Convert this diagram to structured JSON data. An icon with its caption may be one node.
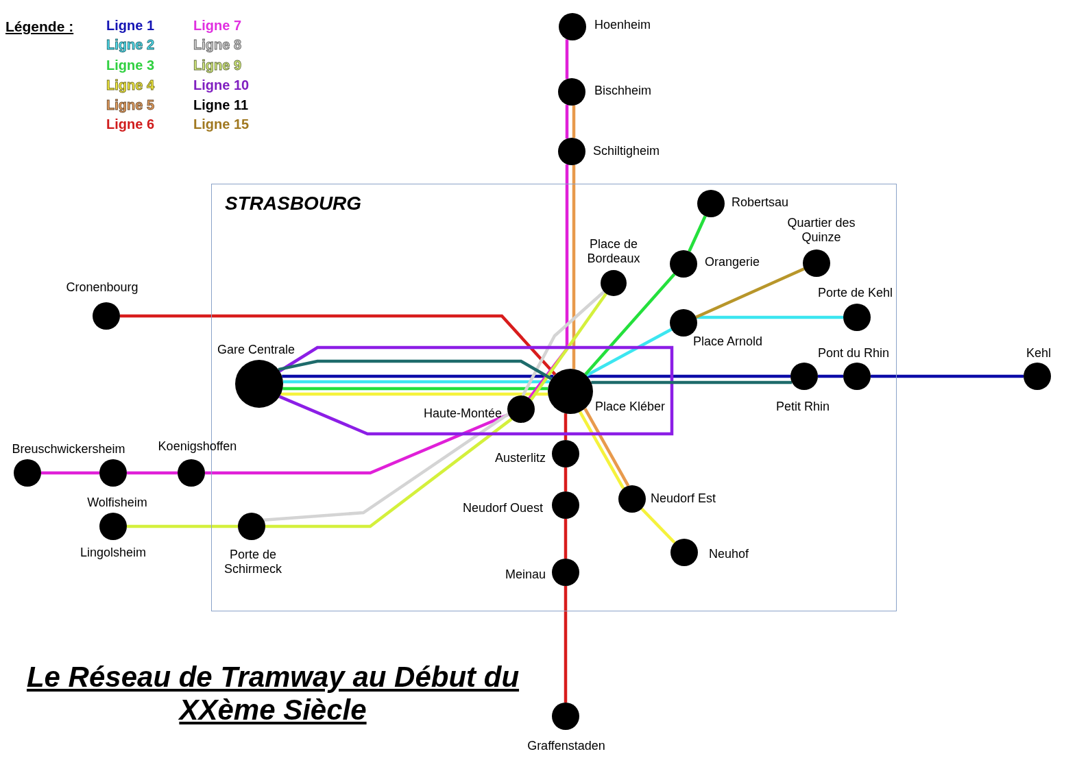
{
  "diagram": {
    "title": "Le Réseau de Tramway au Début du XXème Siècle",
    "nodes": [
      {
        "text": [],
        "shape": "circle",
        "beside": [
          "Hoenheim"
        ]
      },
      {
        "text": [],
        "shape": "circle",
        "beside": [
          "Bischheim"
        ]
      },
      {
        "text": [],
        "shape": "circle",
        "beside": [
          "Schiltigheim"
        ]
      },
      {
        "text": [
          "STRASBOURG"
        ]
      },
      {
        "text": [],
        "shape": "circle",
        "beside": [
          "Robertsau"
        ],
        "in": 3
      },
      {
        "text": [],
        "shape": "circle",
        "beside": [
          "Quartier des Quinze"
        ],
        "in": 3
      },
      {
        "text": [],
        "shape": "circle",
        "beside": [
          "Place de Bordeaux"
        ],
        "in": 3
      },
      {
        "text": [],
        "shape": "circle",
        "beside": [
          "Orangerie"
        ],
        "in": 3
      },
      {
        "text": [],
        "shape": "circle",
        "beside": [
          "Porte de Kehl"
        ],
        "in": 3
      },
      {
        "text": [],
        "shape": "circle",
        "beside": [
          "Cronenbourg"
        ]
      },
      {
        "text": [],
        "shape": "circle",
        "beside": [
          "Place Arnold"
        ],
        "in": 3
      },
      {
        "text": [],
        "shape": "circle",
        "beside": [
          "Gare Centrale"
        ],
        "in": 3
      },
      {
        "text": [],
        "shape": "circle",
        "beside": [
          "Pont du Rhin"
        ],
        "in": 3
      },
      {
        "text": [],
        "shape": "circle",
        "beside": [
          "Kehl"
        ]
      },
      {
        "text": [],
        "shape": "circle",
        "beside": [
          "Place Kléber"
        ],
        "in": 3
      },
      {
        "text": [],
        "shape": "circle",
        "beside": [
          "Haute-Montée"
        ],
        "in": 3
      },
      {
        "text": [],
        "shape": "circle",
        "beside": [
          "Petit Rhin"
        ],
        "in": 3
      },
      {
        "text": [],
        "shape": "circle",
        "beside": [
          "Breuschwickersheim"
        ]
      },
      {
        "text": [],
        "shape": "circle",
        "beside": [
          "Wolfisheim"
        ]
      },
      {
        "text": [],
        "shape": "circle",
        "beside": [
          "Koenigshoffen"
        ]
      },
      {
        "text": [],
        "shape": "circle",
        "beside": [
          "Austerlitz"
        ],
        "in": 3
      },
      {
        "text": [],
        "shape": "circle",
        "beside": [
          "Neudorf Est"
        ],
        "in": 3
      },
      {
        "text": [],
        "shape": "circle",
        "beside": [
          "Neudorf Ouest"
        ],
        "in": 3
      },
      {
        "text": [],
        "shape": "circle",
        "beside": [
          "Lingolsheim"
        ]
      },
      {
        "text": [],
        "shape": "circle",
        "beside": [
          "Porte de Schirmeck"
        ],
        "in": 3
      },
      {
        "text": [],
        "shape": "circle",
        "beside": [
          "Neuhof"
        ],
        "in": 3
      },
      {
        "text": [],
        "shape": "circle",
        "beside": [
          "Meinau"
        ],
        "in": 3
      },
      {
        "text": [],
        "shape": "circle",
        "beside": [
          "Graffenstaden"
        ]
      }
    ],
    "edges": [
      {
        "from": 11,
        "to": 14,
        "arrow": "none",
        "color": "#0c0ca8"
      },
      {
        "from": 14,
        "to": 16,
        "arrow": "none",
        "color": "#0c0ca8"
      },
      {
        "from": 16,
        "to": 12,
        "arrow": "none",
        "color": "#0c0ca8"
      },
      {
        "from": 12,
        "to": 13,
        "arrow": "none",
        "color": "#0c0ca8"
      },
      {
        "from": 11,
        "to": 14,
        "arrow": "none",
        "color": "#3ce6f0"
      },
      {
        "from": 14,
        "to": 10,
        "arrow": "none",
        "color": "#3ce6f0"
      },
      {
        "from": 10,
        "to": 8,
        "arrow": "none",
        "color": "#3ce6f0"
      },
      {
        "from": 11,
        "to": 14,
        "arrow": "none",
        "color": "#24e03c"
      },
      {
        "from": 14,
        "to": 7,
        "arrow": "none",
        "color": "#24e03c"
      },
      {
        "from": 7,
        "to": 4,
        "arrow": "none",
        "color": "#24e03c"
      },
      {
        "from": 11,
        "to": 14,
        "arrow": "none",
        "color": "#f5f23c"
      },
      {
        "from": 14,
        "to": 21,
        "arrow": "none",
        "color": "#f5f23c"
      },
      {
        "from": 21,
        "to": 25,
        "arrow": "none",
        "color": "#f5f23c"
      },
      {
        "from": 1,
        "to": 2,
        "arrow": "none",
        "color": "#e89a4c"
      },
      {
        "from": 2,
        "to": 14,
        "arrow": "none",
        "color": "#e89a4c"
      },
      {
        "from": 14,
        "to": 21,
        "arrow": "none",
        "color": "#e89a4c"
      },
      {
        "from": 9,
        "to": 14,
        "arrow": "none",
        "color": "#d81c1c"
      },
      {
        "from": 14,
        "to": 20,
        "arrow": "none",
        "color": "#d81c1c"
      },
      {
        "from": 20,
        "to": 22,
        "arrow": "none",
        "color": "#d81c1c"
      },
      {
        "from": 22,
        "to": 26,
        "arrow": "none",
        "color": "#d81c1c"
      },
      {
        "from": 26,
        "to": 27,
        "arrow": "none",
        "color": "#d81c1c"
      },
      {
        "from": 0,
        "to": 1,
        "arrow": "none",
        "color": "#e020d8"
      },
      {
        "from": 1,
        "to": 2,
        "arrow": "none",
        "color": "#e020d8"
      },
      {
        "from": 2,
        "to": 15,
        "arrow": "none",
        "color": "#e020d8"
      },
      {
        "from": 15,
        "to": 19,
        "arrow": "none",
        "color": "#e020d8"
      },
      {
        "from": 19,
        "to": 18,
        "arrow": "none",
        "color": "#e020d8"
      },
      {
        "from": 18,
        "to": 17,
        "arrow": "none",
        "color": "#e020d8"
      },
      {
        "from": 6,
        "to": 15,
        "arrow": "none",
        "color": "#d4d4d4"
      },
      {
        "from": 15,
        "to": 24,
        "arrow": "none",
        "color": "#d4d4d4"
      },
      {
        "from": 6,
        "to": 15,
        "arrow": "none",
        "color": "#d4f03c"
      },
      {
        "from": 15,
        "to": 24,
        "arrow": "none",
        "color": "#d4f03c"
      },
      {
        "from": 24,
        "to": 23,
        "arrow": "none",
        "color": "#d4f03c"
      },
      {
        "from": 11,
        "to": 11,
        "arrow": "none",
        "color": "#8c1ee6"
      },
      {
        "from": 11,
        "to": 14,
        "arrow": "none",
        "color": "#1e6b6b"
      },
      {
        "from": 14,
        "to": 16,
        "arrow": "none",
        "color": "#1e6b6b"
      },
      {
        "from": 10,
        "to": 5,
        "arrow": "none",
        "color": "#b8962a"
      }
    ],
    "labels": [
      "Légende :"
    ],
    "legend": [
      {
        "text": "Ligne 1",
        "color": "#1414b4"
      },
      {
        "text": "Ligne 2",
        "color": "#50e0f0"
      },
      {
        "text": "Ligne 3",
        "color": "#30d040"
      },
      {
        "text": "Ligne 4",
        "color": "#f8f040"
      },
      {
        "text": "Ligne 5",
        "color": "#e8a060"
      },
      {
        "text": "Ligne 6",
        "color": "#d01c1c"
      },
      {
        "text": "Ligne 7",
        "color": "#e030e0"
      },
      {
        "text": "Ligne 8",
        "color": "#d0d0d0"
      },
      {
        "text": "Ligne 9",
        "color": "#d8f080"
      },
      {
        "text": "Ligne 10",
        "color": "#8020c0"
      },
      {
        "text": "Ligne 11",
        "color": "#000000"
      },
      {
        "text": "Ligne 15",
        "color": "#a07820"
      }
    ]
  }
}
